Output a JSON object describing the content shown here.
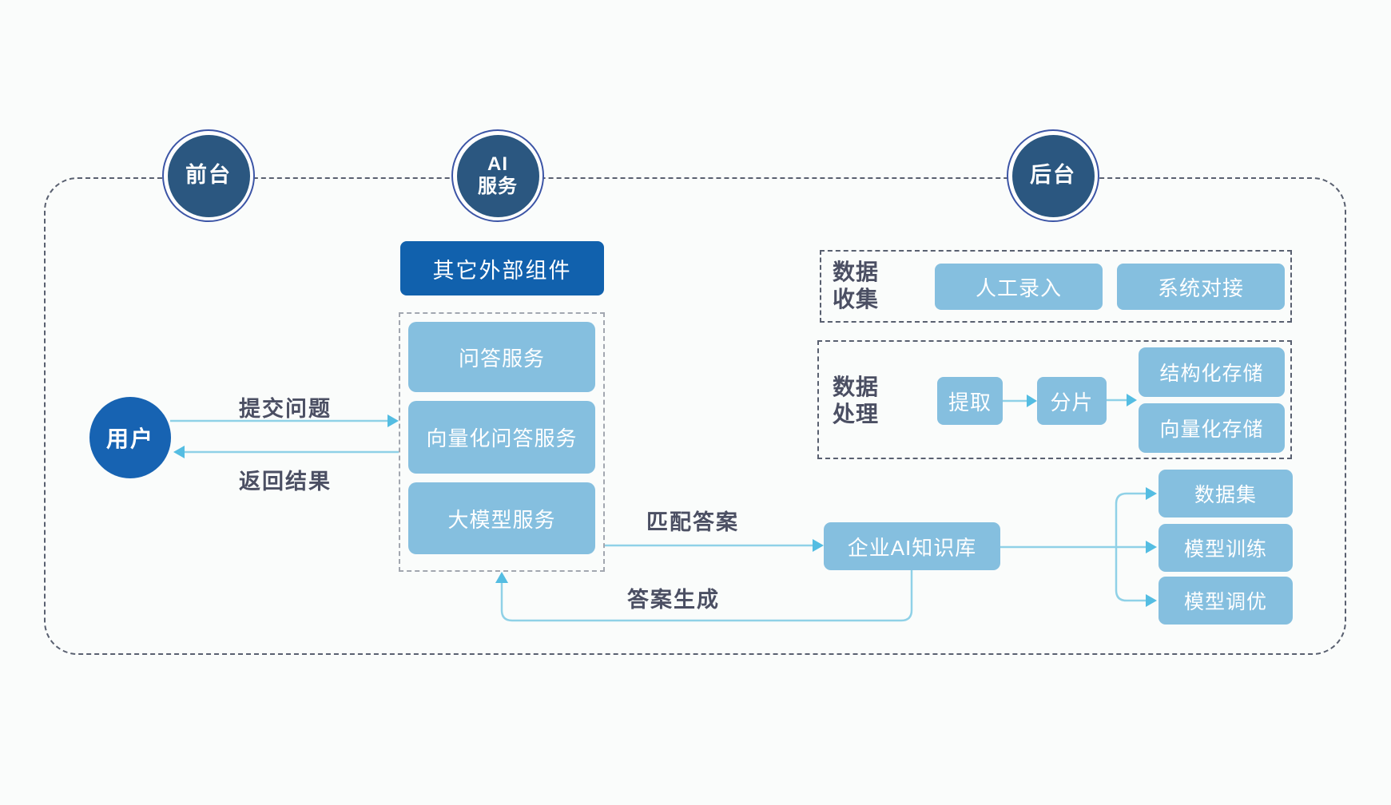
{
  "colors": {
    "background": "#fafcfb",
    "navy_circle": "#2b5780",
    "circle_ring": "#3c55a6",
    "user_blue": "#1763b2",
    "dark_blue_box": "#1161ad",
    "light_blue_box": "#85bfdf",
    "connector_line": "#8fd1e7",
    "arrowhead": "#54bde2",
    "label_text": "#4b4f63",
    "outer_dash": "#596070",
    "inner_dash": "#a2a7b0"
  },
  "lanes": {
    "front": "前台",
    "ai_line1": "AI",
    "ai_line2": "服务",
    "back": "后台"
  },
  "user_label": "用户",
  "external_box": "其它外部组件",
  "services": [
    "问答服务",
    "向量化问答服务",
    "大模型服务"
  ],
  "flow_labels": {
    "submit": "提交问题",
    "return": "返回结果",
    "match": "匹配答案",
    "generate": "答案生成"
  },
  "knowledge_base": "企业AI知识库",
  "data_collection": {
    "title_line1": "数据",
    "title_line2": "收集",
    "items": [
      "人工录入",
      "系统对接"
    ]
  },
  "data_processing": {
    "title_line1": "数据",
    "title_line2": "处理",
    "steps": [
      "提取",
      "分片"
    ],
    "storages": [
      "结构化存储",
      "向量化存储"
    ]
  },
  "training": [
    "数据集",
    "模型训练",
    "模型调优"
  ]
}
